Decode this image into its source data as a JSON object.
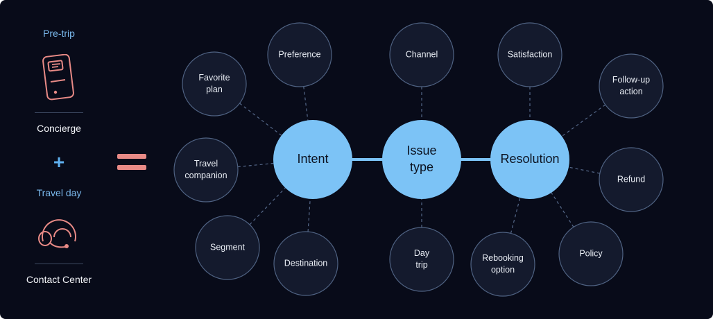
{
  "colors": {
    "background": "#080b19",
    "accent_blue": "#7ab8ec",
    "accent_coral": "#e88a86",
    "node_fill": "#7cc3f6"
  },
  "left_panel": {
    "pre_trip_label": "Pre-trip",
    "concierge_label": "Concierge",
    "plus_sign": "+",
    "travel_day_label": "Travel day",
    "contact_center_label": "Contact Center",
    "icons": [
      "phone-chat-icon",
      "headset-icon"
    ]
  },
  "main_nodes": [
    {
      "id": "intent",
      "label": "Intent"
    },
    {
      "id": "issue-type",
      "label": "Issue type"
    },
    {
      "id": "resolution",
      "label": "Resolution"
    }
  ],
  "satellites": {
    "intent": [
      "Favorite plan",
      "Preference",
      "Travel companion",
      "Segment",
      "Destination"
    ],
    "issue-type": [
      "Channel",
      "Day trip"
    ],
    "resolution": [
      "Satisfaction",
      "Follow-up action",
      "Refund",
      "Policy",
      "Rebooking option"
    ]
  }
}
